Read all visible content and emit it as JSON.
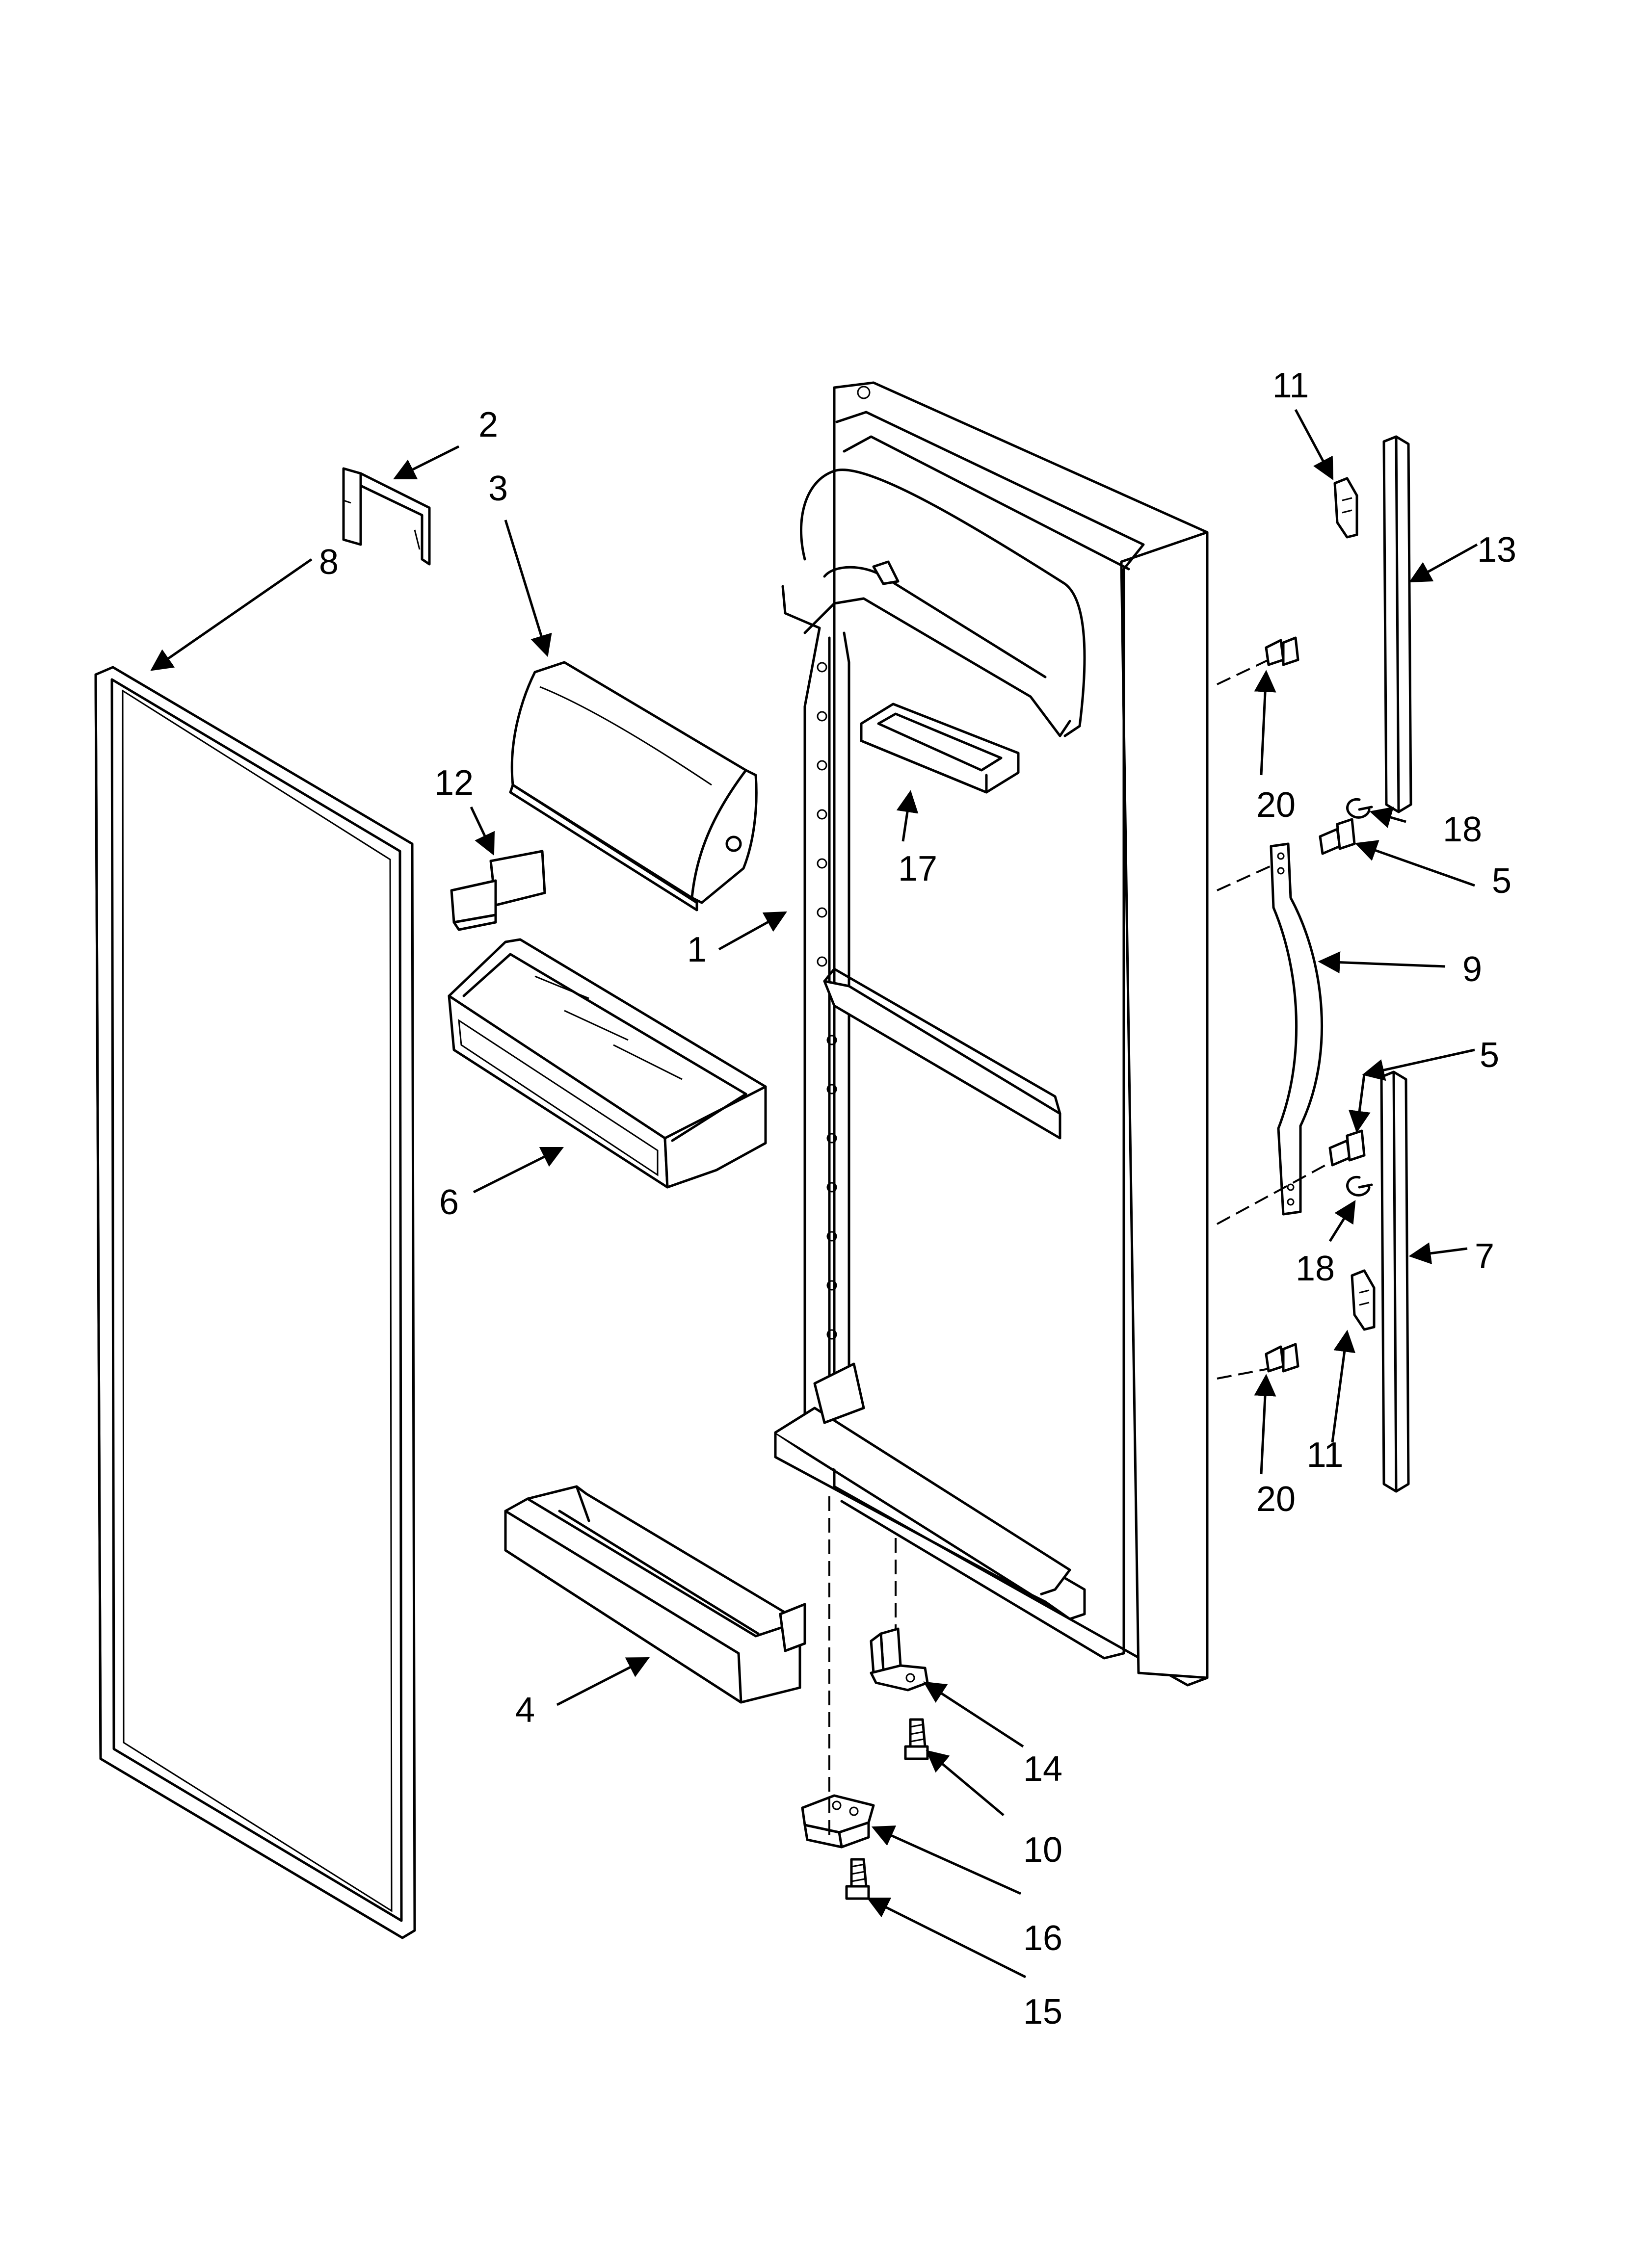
{
  "colors": {
    "line": "#000000",
    "background": "#ffffff"
  },
  "callouts": [
    {
      "id": "c1",
      "label": "1"
    },
    {
      "id": "c2",
      "label": "2"
    },
    {
      "id": "c3",
      "label": "3"
    },
    {
      "id": "c4",
      "label": "4"
    },
    {
      "id": "c5a",
      "label": "5"
    },
    {
      "id": "c5b",
      "label": "5"
    },
    {
      "id": "c6",
      "label": "6"
    },
    {
      "id": "c7",
      "label": "7"
    },
    {
      "id": "c8",
      "label": "8"
    },
    {
      "id": "c9",
      "label": "9"
    },
    {
      "id": "c10",
      "label": "10"
    },
    {
      "id": "c11a",
      "label": "11"
    },
    {
      "id": "c11b",
      "label": "11"
    },
    {
      "id": "c12",
      "label": "12"
    },
    {
      "id": "c13",
      "label": "13"
    },
    {
      "id": "c14",
      "label": "14"
    },
    {
      "id": "c15",
      "label": "15"
    },
    {
      "id": "c16",
      "label": "16"
    },
    {
      "id": "c17",
      "label": "17"
    },
    {
      "id": "c18a",
      "label": "18"
    },
    {
      "id": "c18b",
      "label": "18"
    },
    {
      "id": "c20a",
      "label": "20"
    },
    {
      "id": "c20b",
      "label": "20"
    }
  ]
}
